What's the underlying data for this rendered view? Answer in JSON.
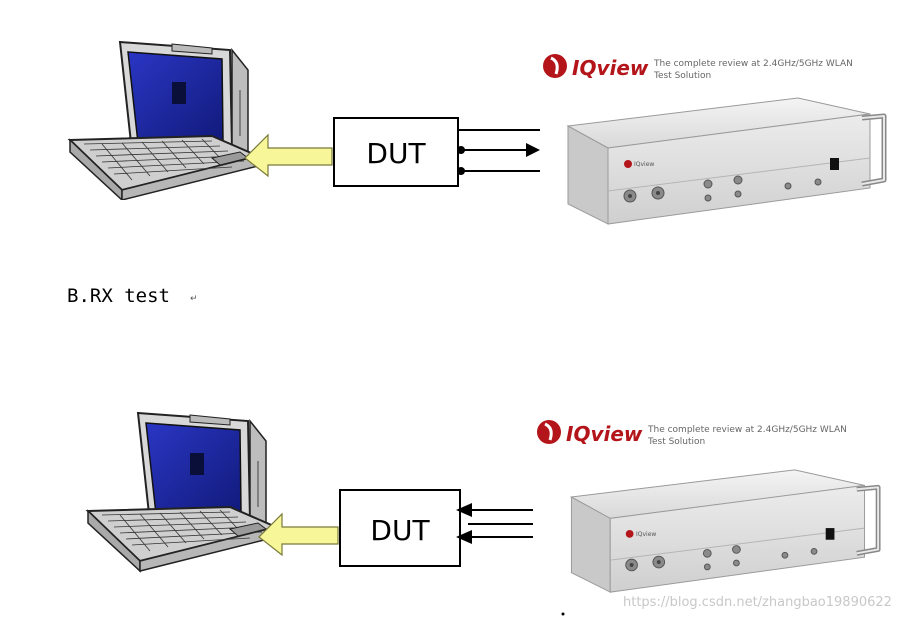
{
  "tx_diagram": {
    "dut_label": "DUT",
    "logo_text": "IQview",
    "tagline_line1": "The complete review at 2.4GHz/5GHz WLAN",
    "tagline_line2": "Test Solution",
    "front_brand": "IQview"
  },
  "section": {
    "heading": "B.RX test",
    "return_mark": "↵"
  },
  "rx_diagram": {
    "dut_label": "DUT",
    "logo_text": "IQview",
    "tagline_line1": "The complete review at 2.4GHz/5GHz WLAN",
    "tagline_line2": "Test Solution",
    "front_brand": "IQview"
  },
  "watermark": "https://blog.csdn.net/zhangbao19890622",
  "colors": {
    "arrow_fill": "#f7f79a",
    "arrow_stroke": "#7a7a3a",
    "logo_red": "#b4151b",
    "laptop_screen": "#1f2aa6",
    "instrument_body": "#e6e6e6"
  }
}
